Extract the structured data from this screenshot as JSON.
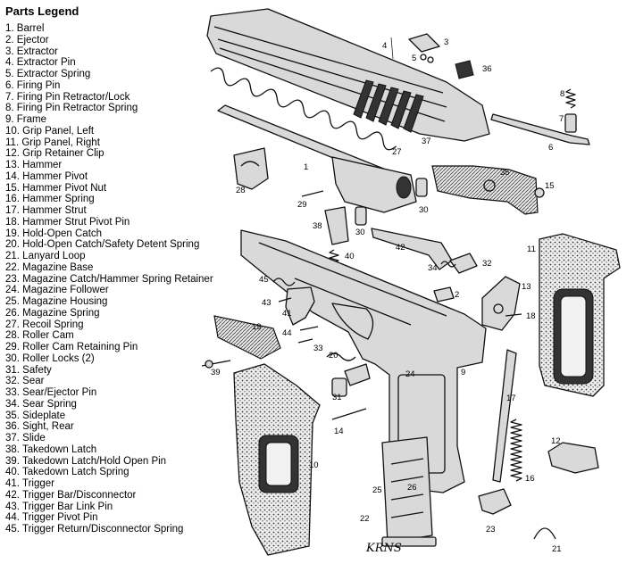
{
  "legend": {
    "title": "Parts Legend",
    "items": [
      "1. Barrel",
      "2. Ejector",
      "3. Extractor",
      "4. Extractor Pin",
      "5. Extractor Spring",
      "6. Firing Pin",
      "7. Firing Pin Retractor/Lock",
      "8. Firing Pin Retractor Spring",
      "9. Frame",
      "10. Grip Panel, Left",
      "11. Grip Panel, Right",
      "12. Grip Retainer Clip",
      "13. Hammer",
      "14. Hammer Pivot",
      "15. Hammer Pivot Nut",
      "16. Hammer Spring",
      "17. Hammer Strut",
      "18. Hammer Strut Pivot Pin",
      "19. Hold-Open Catch",
      "20. Hold-Open Catch/Safety Detent Spring",
      "21. Lanyard Loop",
      "22. Magazine Base",
      "23. Magazine Catch/Hammer Spring Retainer",
      "24. Magazine Follower",
      "25. Magazine Housing",
      "26. Magazine Spring",
      "27. Recoil Spring",
      "28. Roller Cam",
      "29. Roller Cam Retaining Pin",
      "30. Roller Locks (2)",
      "31. Safety",
      "32. Sear",
      "33. Sear/Ejector Pin",
      "34. Sear Spring",
      "35. Sideplate",
      "36. Sight, Rear",
      "37. Slide",
      "38. Takedown Latch",
      "39. Takedown Latch/Hold Open Pin",
      "40. Takedown Latch Spring",
      "41. Trigger",
      "42. Trigger Bar/Disconnector",
      "43. Trigger Bar Link Pin",
      "44. Trigger Pivot Pin",
      "45. Trigger Return/Disconnector Spring"
    ]
  },
  "callouts": {
    "n1": "1",
    "n2": "2",
    "n3": "3",
    "n4": "4",
    "n5": "5",
    "n6": "6",
    "n7": "7",
    "n8": "8",
    "n9": "9",
    "n10": "10",
    "n11": "11",
    "n12": "12",
    "n13": "13",
    "n14": "14",
    "n15": "15",
    "n16": "16",
    "n17": "17",
    "n18": "18",
    "n19": "19",
    "n20": "20",
    "n21": "21",
    "n22": "22",
    "n23": "23",
    "n24": "24",
    "n25": "25",
    "n26": "26",
    "n27": "27",
    "n28": "28",
    "n29": "29",
    "n30a": "30",
    "n30b": "30",
    "n31": "31",
    "n32": "32",
    "n33": "33",
    "n34": "34",
    "n35": "35",
    "n36": "36",
    "n37": "37",
    "n38": "38",
    "n39": "39",
    "n40": "40",
    "n41": "41",
    "n42": "42",
    "n43": "43",
    "n44": "44",
    "n45": "45"
  },
  "signature": "KRNS"
}
